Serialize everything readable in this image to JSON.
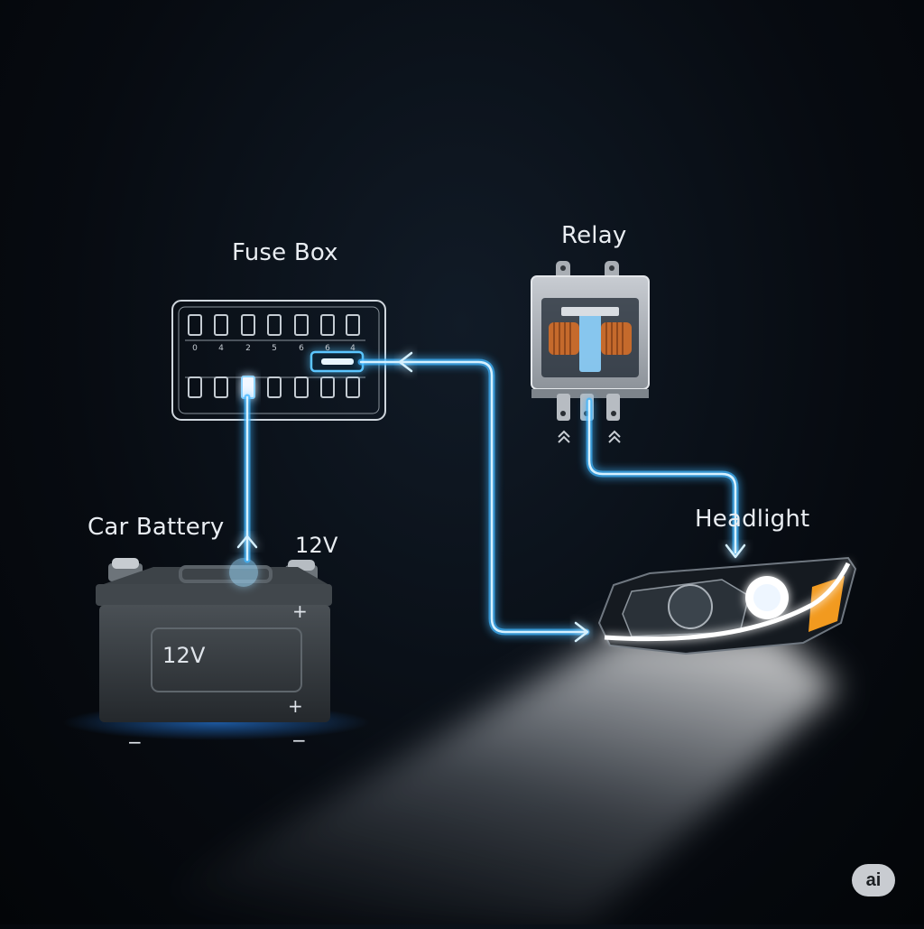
{
  "labels": {
    "fuse_box": "Fuse Box",
    "relay": "Relay",
    "car_battery": "Car Battery",
    "voltage": "12V",
    "headlight": "Headlight",
    "battery_face": "12V"
  },
  "terminals": {
    "positive_top": "+",
    "positive_bottom": "+",
    "negative_left": "−",
    "negative_right": "−"
  },
  "fuse_numbers": [
    "0",
    "4",
    "2",
    "5",
    "6",
    "6",
    "4"
  ],
  "badge": "ai",
  "colors": {
    "wire_glow": "#3fb6ff",
    "wire_core": "#d6f1ff",
    "background": "#070b11",
    "battery_body": "#2f3438",
    "headlight_amber": "#f29a1f",
    "relay_coil": "#c56a2c"
  },
  "icons": [
    "arrow-up-icon",
    "arrow-left-icon",
    "arrow-right-icon",
    "arrow-down-icon",
    "chevron-up-icon"
  ]
}
